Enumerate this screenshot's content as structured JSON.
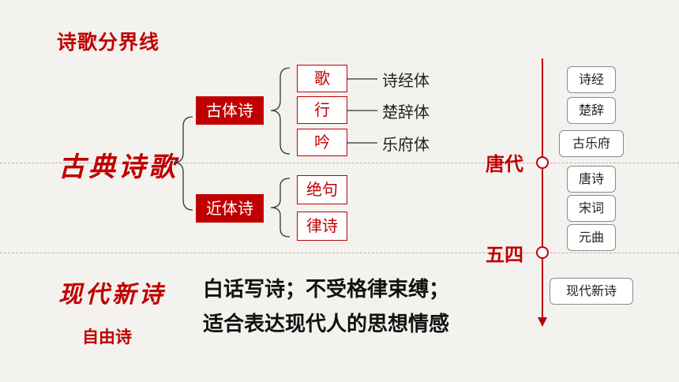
{
  "title": "诗歌分界线",
  "classical": {
    "label": "古典诗歌",
    "ancient": {
      "label": "古体诗",
      "forms": [
        {
          "form": "歌",
          "style": "诗经体"
        },
        {
          "form": "行",
          "style": "楚辞体"
        },
        {
          "form": "吟",
          "style": "乐府体"
        }
      ]
    },
    "modern_regulated": {
      "label": "近体诗",
      "forms": [
        "绝句",
        "律诗"
      ]
    }
  },
  "modern": {
    "label": "现代新诗",
    "sub": "自由诗",
    "description": [
      "白话写诗；不受格律束缚；",
      "适合表达现代人的思想情感"
    ]
  },
  "timeline": {
    "eras": [
      "唐代",
      "五四"
    ],
    "before_tang": [
      "诗经",
      "楚辞",
      "古乐府"
    ],
    "after_tang": [
      "唐诗",
      "宋词",
      "元曲"
    ],
    "after_may4": [
      "现代新诗"
    ]
  },
  "colors": {
    "accent": "#c00000",
    "background": "#f4f2ee"
  }
}
